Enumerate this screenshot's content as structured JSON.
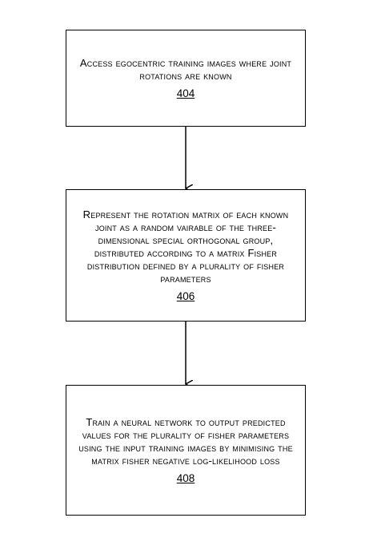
{
  "steps": [
    {
      "text": "Access egocentric training images where joint rotations are known",
      "ref": "404"
    },
    {
      "text": "Represent the rotation matrix of each known joint as a random vairable of the three-dimensional special orthogonal group, distributed according to a matrix Fisher distribution defined by a plurality of fisher parameters",
      "ref": "406"
    },
    {
      "text": "Train a neural network to output predicted values for the plurality of fisher parameters using the input training images by minimising the matrix fisher negative log-likelihood loss",
      "ref": "408"
    }
  ]
}
